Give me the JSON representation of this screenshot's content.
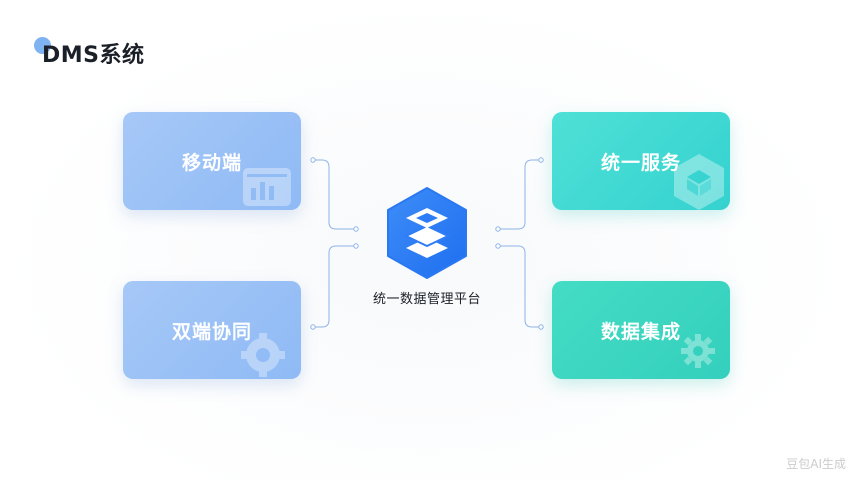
{
  "page": {
    "title": "DMS系统"
  },
  "center": {
    "label": "统一数据管理平台",
    "icon": "layers-hexagon-icon"
  },
  "cards": {
    "mobile": {
      "label": "移动端",
      "icon": "chart-tablet-icon"
    },
    "dual": {
      "label": "双端协同",
      "icon": "gear-icon"
    },
    "service": {
      "label": "统一服务",
      "icon": "cube-hexagon-icon"
    },
    "integration": {
      "label": "数据集成",
      "icon": "gear-icon"
    }
  },
  "colors": {
    "accent_blue": "#2f7df6",
    "card_blue": "#9cc2f6",
    "card_teal": "#3ed8cc",
    "card_green_teal": "#3cd6c0",
    "connector": "#8fb3e8"
  },
  "watermark": "豆包AI生成"
}
